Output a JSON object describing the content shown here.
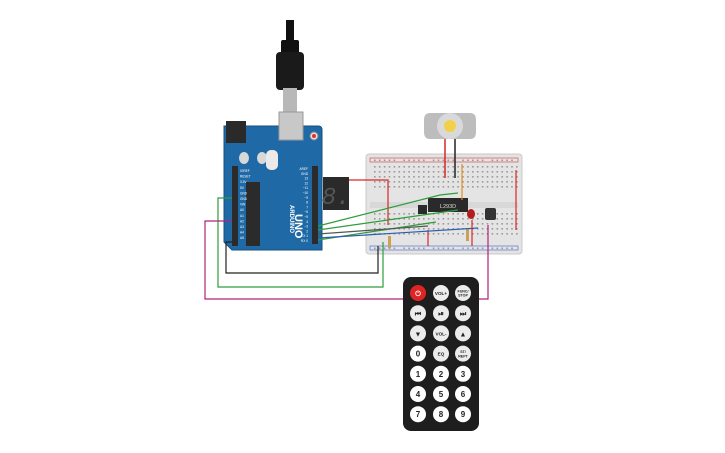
{
  "arduino": {
    "brand": "ARDUINO",
    "model": "UNO",
    "pins_analog": [
      "A0",
      "A1",
      "A2",
      "A3",
      "A4",
      "A5"
    ],
    "pins_power": [
      "IOREF",
      "RESET",
      "3.3V",
      "5V",
      "GND",
      "GND",
      "VIN"
    ],
    "pins_digital": [
      "AREF",
      "GND",
      "13",
      "12",
      "~11",
      "~10",
      "~9",
      "8",
      "7",
      "~6",
      "~5",
      "4",
      "~3",
      "2",
      "TX 1",
      "RX 0"
    ]
  },
  "seven_segment": {
    "digit": "8."
  },
  "driver_chip": {
    "label": "L293D"
  },
  "remote": {
    "buttons": [
      {
        "id": "power",
        "label": "⏻",
        "red": true
      },
      {
        "id": "vol-up",
        "label": "VOL+"
      },
      {
        "id": "func-stop",
        "label": "FUNC/ STOP"
      },
      {
        "id": "prev",
        "label": "⏮"
      },
      {
        "id": "play-pause",
        "label": "⏯"
      },
      {
        "id": "next",
        "label": "⏭"
      },
      {
        "id": "down",
        "label": "▼"
      },
      {
        "id": "vol-down",
        "label": "VOL-"
      },
      {
        "id": "up",
        "label": "▲"
      },
      {
        "id": "0",
        "label": "0"
      },
      {
        "id": "eq",
        "label": "EQ"
      },
      {
        "id": "st-rept",
        "label": "ST/ REPT"
      },
      {
        "id": "1",
        "label": "1"
      },
      {
        "id": "2",
        "label": "2"
      },
      {
        "id": "3",
        "label": "3"
      },
      {
        "id": "4",
        "label": "4"
      },
      {
        "id": "5",
        "label": "5"
      },
      {
        "id": "6",
        "label": "6"
      },
      {
        "id": "7",
        "label": "7"
      },
      {
        "id": "8",
        "label": "8"
      },
      {
        "id": "9",
        "label": "9"
      }
    ]
  },
  "colors": {
    "board_blue": "#1f6aa6",
    "wire_green": "#2e9e3a",
    "wire_red": "#d62828",
    "wire_black": "#222222",
    "wire_magenta": "#b0237a",
    "wire_orange": "#e58a1b",
    "remote_body": "#1e1e1e"
  }
}
